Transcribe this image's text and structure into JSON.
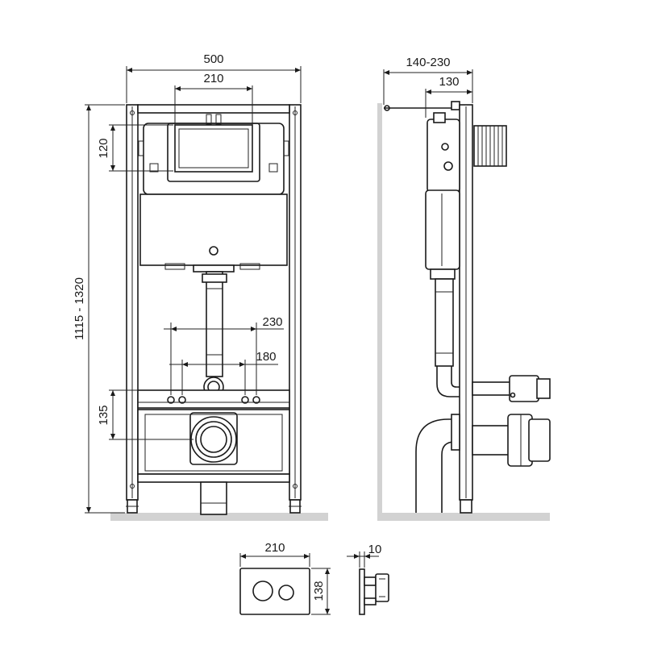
{
  "dimensions": {
    "front_width": "500",
    "tank_width": "210",
    "top_offset": "120",
    "height_range": "1115 - 1320",
    "bolt_spacing_outer": "230",
    "bolt_spacing_inner": "180",
    "outlet_height": "135",
    "side_depth_range": "140-230",
    "side_depth": "130",
    "plate_width": "210",
    "plate_height": "138",
    "plate_thickness": "10"
  },
  "colors": {
    "line": "#1a1a1a",
    "floor": "#d2d2d2",
    "background": "#ffffff"
  }
}
